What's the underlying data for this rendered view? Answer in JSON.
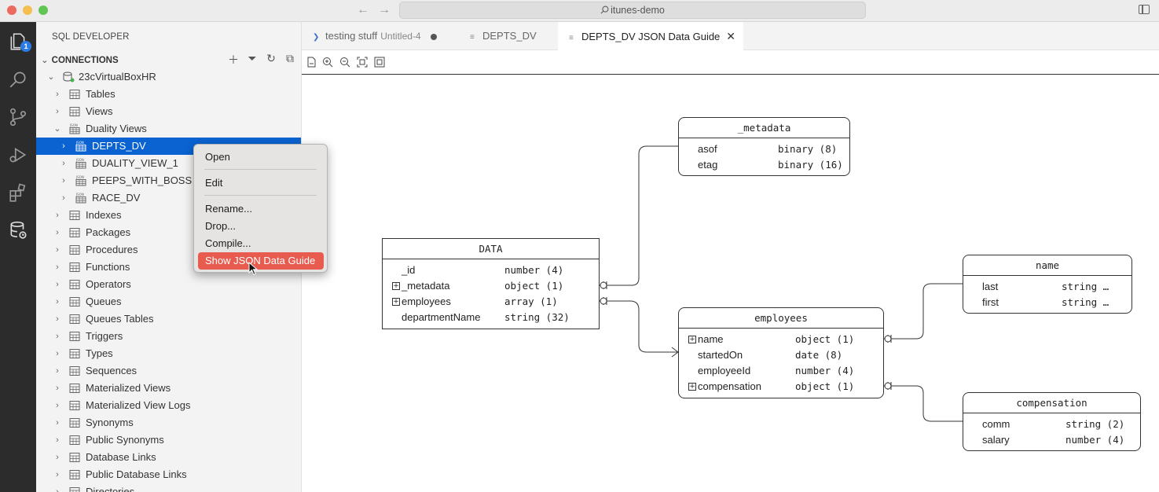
{
  "window": {
    "search_text": "itunes-demo",
    "search_icon": "magnifier-icon",
    "traffic_lights": [
      "#ed6a5e",
      "#f5bf4f",
      "#61c554"
    ]
  },
  "activity_bar": {
    "explorer_badge": "1",
    "items": [
      "explorer-icon",
      "search-icon",
      "source-control-icon",
      "run-debug-icon",
      "extensions-icon",
      "sql-developer-icon"
    ]
  },
  "sidebar": {
    "title": "SQL DEVELOPER",
    "section": "CONNECTIONS",
    "connection": "23cVirtualBoxHR",
    "items": [
      {
        "label": "Tables"
      },
      {
        "label": "Views"
      },
      {
        "label": "Duality Views"
      },
      {
        "label": "DEPTS_DV"
      },
      {
        "label": "DUALITY_VIEW_1"
      },
      {
        "label": "PEEPS_WITH_BOSS"
      },
      {
        "label": "RACE_DV"
      },
      {
        "label": "Indexes"
      },
      {
        "label": "Packages"
      },
      {
        "label": "Procedures"
      },
      {
        "label": "Functions"
      },
      {
        "label": "Operators"
      },
      {
        "label": "Queues"
      },
      {
        "label": "Queues Tables"
      },
      {
        "label": "Triggers"
      },
      {
        "label": "Types"
      },
      {
        "label": "Sequences"
      },
      {
        "label": "Materialized Views"
      },
      {
        "label": "Materialized View Logs"
      },
      {
        "label": "Synonyms"
      },
      {
        "label": "Public Synonyms"
      },
      {
        "label": "Database Links"
      },
      {
        "label": "Public Database Links"
      },
      {
        "label": "Directories"
      }
    ]
  },
  "tabs": [
    {
      "label": "testing stuff",
      "sub": "Untitled-4"
    },
    {
      "label": "DEPTS_DV"
    },
    {
      "label": "DEPTS_DV JSON Data Guide"
    }
  ],
  "context_menu": {
    "items": [
      "Open",
      "Edit",
      "Rename...",
      "Drop...",
      "Compile...",
      "Show JSON Data Guide"
    ],
    "highlight_color": "#e85c50"
  },
  "diagram": {
    "data": {
      "title": "DATA",
      "fields": [
        {
          "name": "_id",
          "type": "number (4)"
        },
        {
          "name": "_metadata",
          "type": "object (1)"
        },
        {
          "name": "employees",
          "type": "array (1)"
        },
        {
          "name": "departmentName",
          "type": "string (32)"
        }
      ]
    },
    "metadata": {
      "title": "_metadata",
      "fields": [
        {
          "name": "asof",
          "type": "binary (8)"
        },
        {
          "name": "etag",
          "type": "binary (16)"
        }
      ]
    },
    "employees": {
      "title": "employees",
      "fields": [
        {
          "name": "name",
          "type": "object (1)"
        },
        {
          "name": "startedOn",
          "type": "date (8)"
        },
        {
          "name": "employeeId",
          "type": "number (4)"
        },
        {
          "name": "compensation",
          "type": "object (1)"
        }
      ]
    },
    "name": {
      "title": "name",
      "fields": [
        {
          "name": "last",
          "type": "string …"
        },
        {
          "name": "first",
          "type": "string …"
        }
      ]
    },
    "compensation": {
      "title": "compensation",
      "fields": [
        {
          "name": "comm",
          "type": "string (2)"
        },
        {
          "name": "salary",
          "type": "number (4)"
        }
      ]
    }
  }
}
